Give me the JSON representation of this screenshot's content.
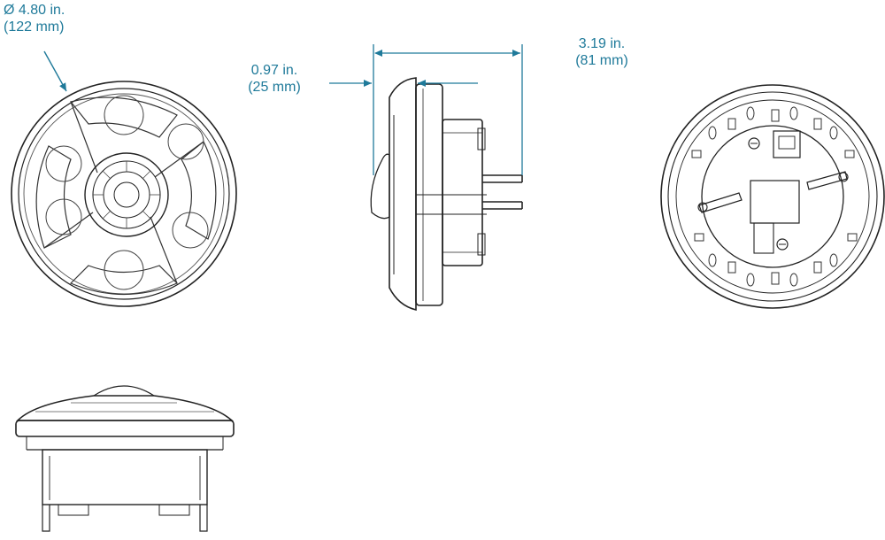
{
  "colors": {
    "dimension": "#1f7a9a",
    "line": "#222222",
    "light_line": "#6a6a6a"
  },
  "dimensions": {
    "diameter": {
      "imperial": "Ø 4.80 in.",
      "metric": "(122 mm)"
    },
    "flange_depth": {
      "imperial": "0.97 in.",
      "metric": "(25 mm)"
    },
    "overall_depth": {
      "imperial": "3.19 in.",
      "metric": "(81 mm)"
    }
  }
}
